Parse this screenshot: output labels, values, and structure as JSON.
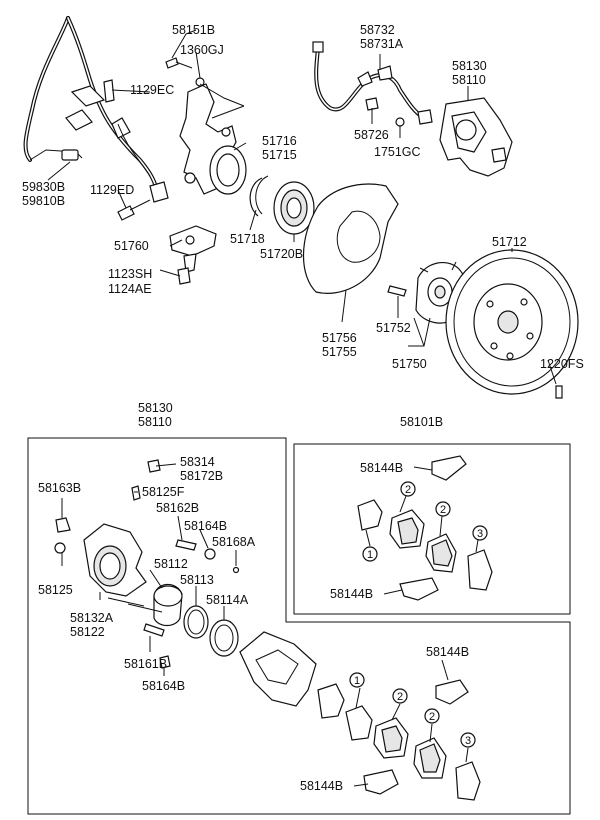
{
  "labels": {
    "l58151b": "58151B",
    "l1360gj": "1360GJ",
    "l1129ec": "1129EC",
    "l59830b": "59830B",
    "l59810b": "59810B",
    "l1129ed": "1129ED",
    "l51716": "51716",
    "l51715": "51715",
    "l51760": "51760",
    "l1123sh": "1123SH",
    "l1124ae": "1124AE",
    "l51718": "51718",
    "l51720b": "51720B",
    "l58732": "58732",
    "l58731a": "58731A",
    "l58726": "58726",
    "l1751gc": "1751GC",
    "l58130a": "58130",
    "l58110a": "58110",
    "l51712": "51712",
    "l51756": "51756",
    "l51755": "51755",
    "l51752": "51752",
    "l51750": "51750",
    "l1220fs": "1220FS",
    "l58130b": "58130",
    "l58110b": "58110",
    "l58314": "58314",
    "l58172b": "58172B",
    "l58163b": "58163B",
    "l58125f": "58125F",
    "l58162b": "58162B",
    "l58164b1": "58164B",
    "l58168a": "58168A",
    "l58112": "58112",
    "l58125": "58125",
    "l58113": "58113",
    "l58114a": "58114A",
    "l58132a": "58132A",
    "l58122": "58122",
    "l58161b": "58161B",
    "l58164b2": "58164B",
    "l58101b": "58101B",
    "l58144b1": "58144B",
    "l58144b2": "58144B",
    "l58144b3": "58144B",
    "l58144b4": "58144B"
  },
  "callouts": [
    "1",
    "2",
    "2",
    "3",
    "1",
    "2",
    "2",
    "3"
  ]
}
